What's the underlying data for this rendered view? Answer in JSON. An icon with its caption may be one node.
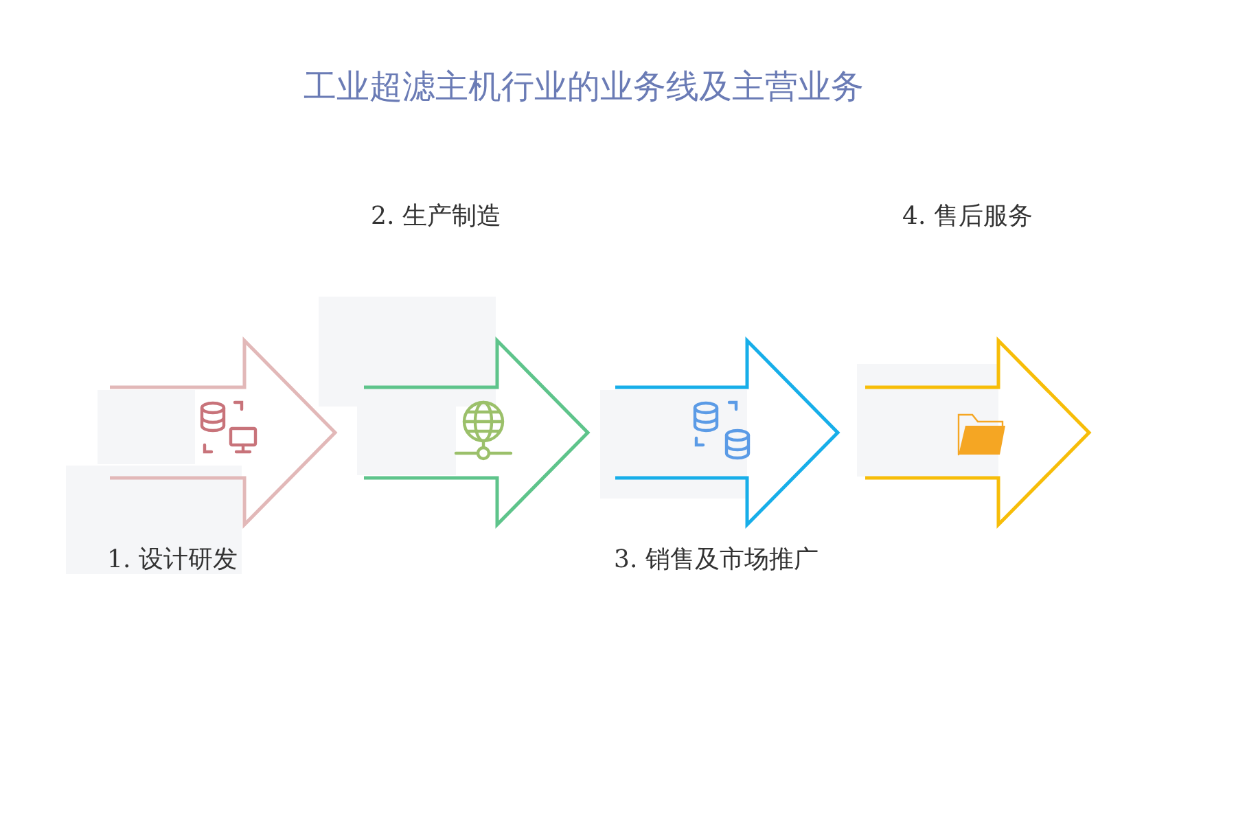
{
  "diagram": {
    "title": "工业超滤主机行业的业务线及主营业务",
    "nodes": [
      {
        "text": [
          "1. 设计研发"
        ]
      },
      {
        "text": [
          "2. 生产制造"
        ]
      },
      {
        "text": [
          "3. 销售及市场推广"
        ]
      },
      {
        "text": [
          "4. 售后服务"
        ]
      }
    ]
  }
}
